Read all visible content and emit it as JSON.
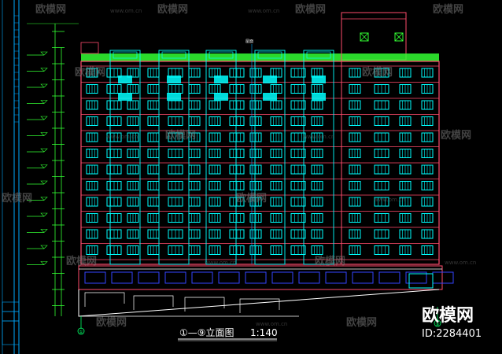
{
  "drawing": {
    "title": "①—⑨立面图",
    "scale": "1:140",
    "axis_start": "①",
    "axis_end": "⑨",
    "roof_note": "屋面"
  },
  "watermark": {
    "brand": "欧模网",
    "url": "www.om.cn",
    "id_label": "ID:2284401"
  },
  "colors": {
    "background": "#000000",
    "window": "#00ffff",
    "facade_line": "#ff4d6d",
    "roof": "#33ff33",
    "frame": "#00aaff",
    "dimension": "#ffffff",
    "ground_accent": "#3344ff"
  }
}
